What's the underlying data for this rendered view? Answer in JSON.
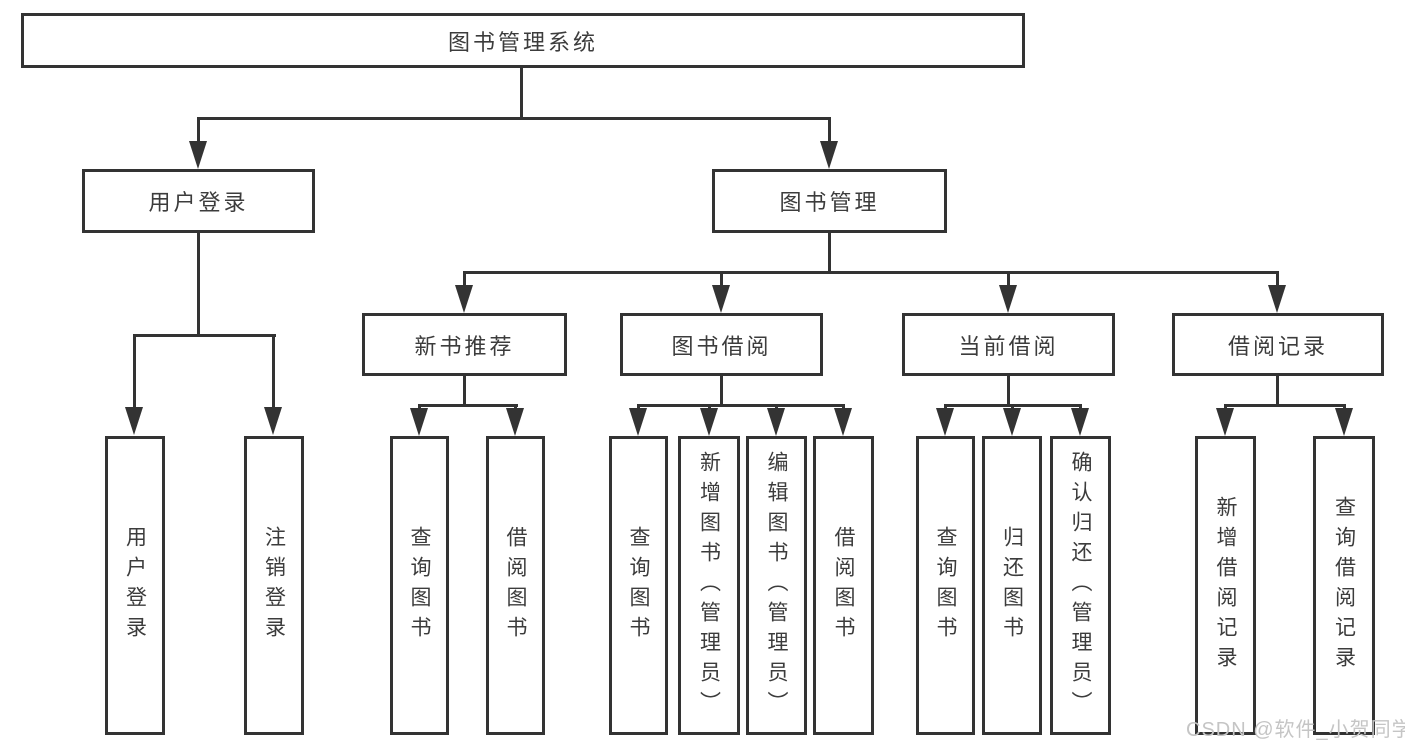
{
  "title": "图书管理系统",
  "tree": {
    "root": "图书管理系统",
    "branches": [
      {
        "label": "用户登录",
        "children": [
          "用户登录",
          "注销登录"
        ]
      },
      {
        "label": "图书管理",
        "children": [
          {
            "label": "新书推荐",
            "children": [
              "查询图书",
              "借阅图书"
            ]
          },
          {
            "label": "图书借阅",
            "children": [
              "查询图书",
              "新增图书（管理员）",
              "编辑图书（管理员）",
              "借阅图书"
            ]
          },
          {
            "label": "当前借阅",
            "children": [
              "查询图书",
              "归还图书",
              "确认归还（管理员）"
            ]
          },
          {
            "label": "借阅记录",
            "children": [
              "新增借阅记录",
              "查询借阅记录"
            ]
          }
        ]
      }
    ]
  },
  "watermark": "CSDN @软件_小贺同学",
  "colors": {
    "line": "#333333",
    "text": "#3c3c3c",
    "watermark": "#c5c5c5",
    "background": "#ffffff"
  }
}
